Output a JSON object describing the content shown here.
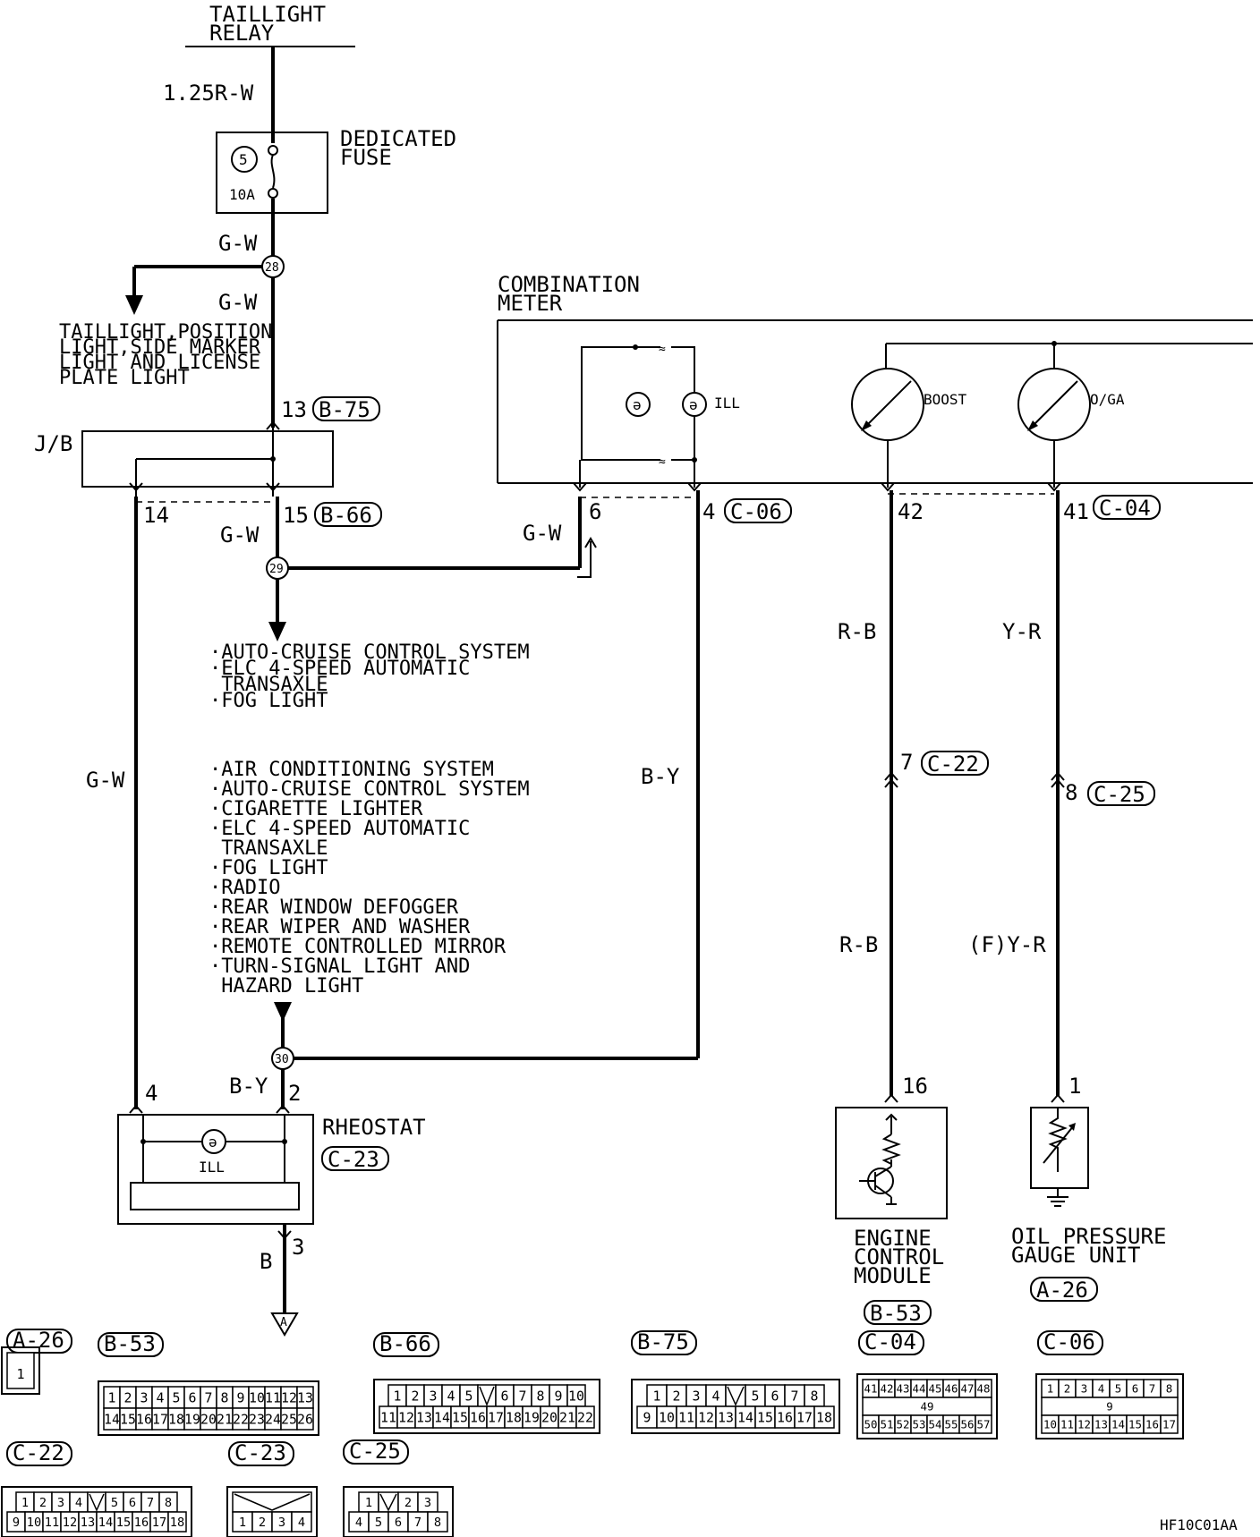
{
  "diagram": {
    "code": "HF10C01AA",
    "taillight_relay": "TAILLIGHT\nRELAY",
    "dedicated_fuse": "DEDICATED\nFUSE",
    "fuse_no": "5",
    "fuse_amp": "10A",
    "combination_meter": "COMBINATION\nMETER",
    "jb": "J/B",
    "rheostat": "RHEOSTAT",
    "ecm": "ENGINE\nCONTROL\nMODULE",
    "oil_unit": "OIL PRESSURE\nGAUGE UNIT",
    "ill": "ILL",
    "boost": "BOOST",
    "oga": "O/GA",
    "ground": "A",
    "wires": {
      "w125rw": "1.25R-W",
      "gw_fuse": "G-W",
      "gw_jb": "G-W",
      "gw_left": "G-W",
      "gw_29": "G-W",
      "gw_meter": "G-W",
      "by_right": "B-Y",
      "by_rheo": "B-Y",
      "rb_top": "R-B",
      "rb_bot": "R-B",
      "yr_top": "Y-R",
      "yr_bot": "(F)Y-R",
      "b_bot": "B"
    },
    "pins": {
      "p13": "13",
      "p14": "14",
      "p15": "15",
      "p6": "6",
      "p4": "4",
      "p42": "42",
      "p41": "41",
      "p7": "7",
      "p8": "8",
      "p16": "16",
      "p1": "1",
      "r4": "4",
      "r2": "2",
      "r3": "3"
    },
    "junctions": {
      "j28": "28",
      "j29": "29",
      "j30": "30"
    },
    "tags": {
      "b75": "B-75",
      "b66": "B-66",
      "c06": "C-06",
      "c04": "C-04",
      "c22": "C-22",
      "c25": "C-25",
      "c23": "C-23",
      "b53": "B-53",
      "a26": "A-26"
    },
    "taillight_branch": "TAILLIGHT,POSITION\nLIGHT,SIDE MARKER\nLIGHT AND LICENSE\nPLATE LIGHT",
    "list1": "·AUTO-CRUISE CONTROL SYSTEM\n·ELC 4-SPEED AUTOMATIC\n TRANSAXLE\n·FOG LIGHT",
    "list2": "·AIR CONDITIONING SYSTEM\n·AUTO-CRUISE CONTROL SYSTEM\n·CIGARETTE LIGHTER\n·ELC 4-SPEED AUTOMATIC\n TRANSAXLE\n·FOG LIGHT\n·RADIO\n·REAR WINDOW DEFOGGER\n·REAR WIPER AND WASHER\n·REMOTE CONTROLLED MIRROR\n·TURN-SIGNAL LIGHT AND\n HAZARD LIGHT"
  },
  "connectors": [
    {
      "id": "A-26",
      "rows": [
        [
          "1"
        ]
      ]
    },
    {
      "id": "B-53",
      "rows": [
        [
          "1",
          "2",
          "3",
          "4",
          "5",
          "6",
          "7",
          "8",
          "9",
          "10",
          "11",
          "12",
          "13"
        ],
        [
          "14",
          "15",
          "16",
          "17",
          "18",
          "19",
          "20",
          "21",
          "22",
          "23",
          "24",
          "25",
          "26"
        ]
      ]
    },
    {
      "id": "B-66",
      "rows": [
        [
          "1",
          "2",
          "3",
          "4",
          "5",
          "",
          "6",
          "7",
          "8",
          "9",
          "10"
        ],
        [
          "11",
          "12",
          "13",
          "14",
          "15",
          "16",
          "17",
          "18",
          "19",
          "20",
          "21",
          "22"
        ]
      ]
    },
    {
      "id": "B-75",
      "rows": [
        [
          "1",
          "2",
          "3",
          "4",
          "",
          "5",
          "6",
          "7",
          "8"
        ],
        [
          "9",
          "10",
          "11",
          "12",
          "13",
          "14",
          "15",
          "16",
          "17",
          "18"
        ]
      ]
    },
    {
      "id": "C-04",
      "rows": [
        [
          "41",
          "42",
          "43",
          "44",
          "45",
          "46",
          "47",
          "48"
        ],
        [
          "49"
        ],
        [
          "50",
          "51",
          "52",
          "53",
          "54",
          "55",
          "56",
          "57"
        ]
      ]
    },
    {
      "id": "C-06",
      "rows": [
        [
          "1",
          "2",
          "3",
          "4",
          "5",
          "6",
          "7",
          "8"
        ],
        [
          "9"
        ],
        [
          "10",
          "11",
          "12",
          "13",
          "14",
          "15",
          "16",
          "17"
        ]
      ]
    },
    {
      "id": "C-22",
      "rows": [
        [
          "1",
          "2",
          "3",
          "4",
          "",
          "5",
          "6",
          "7",
          "8"
        ],
        [
          "9",
          "10",
          "11",
          "12",
          "13",
          "14",
          "15",
          "16",
          "17",
          "18"
        ]
      ]
    },
    {
      "id": "C-23",
      "rows": [
        [
          ""
        ],
        [
          "1",
          "2",
          "3",
          "4"
        ]
      ]
    },
    {
      "id": "C-25",
      "rows": [
        [
          "1",
          "",
          "2",
          "3"
        ],
        [
          "4",
          "5",
          "6",
          "7",
          "8"
        ]
      ]
    }
  ]
}
